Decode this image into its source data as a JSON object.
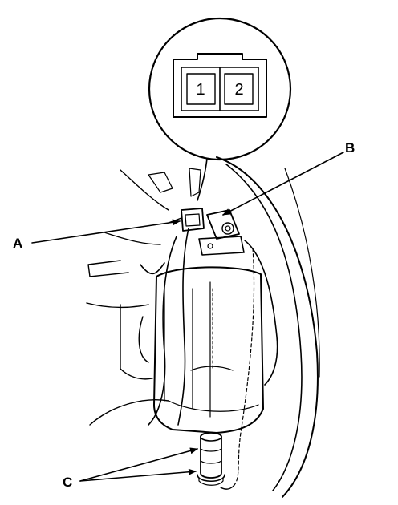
{
  "diagram": {
    "connector_pins": [
      "1",
      "2"
    ],
    "callouts": {
      "a": "A",
      "b": "B",
      "c": "C"
    }
  },
  "colors": {
    "ink": "#000000",
    "paper": "#ffffff"
  }
}
